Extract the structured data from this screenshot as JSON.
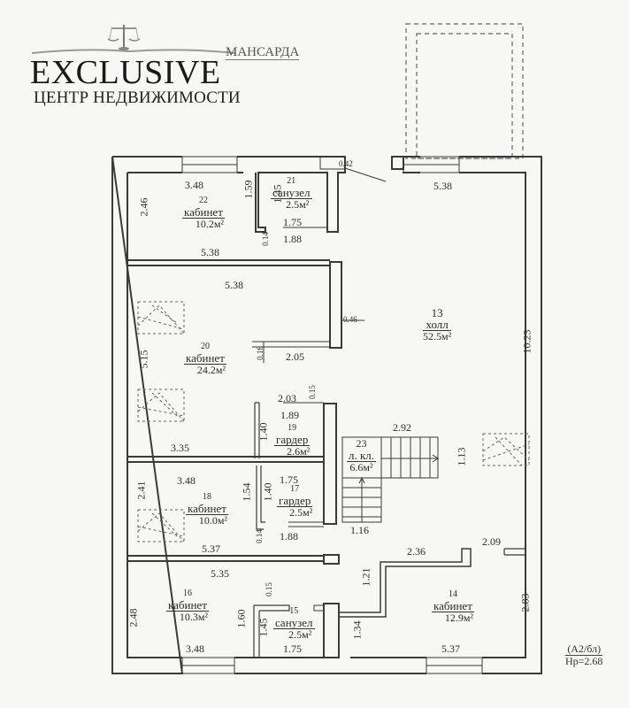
{
  "logo": {
    "brand": "EXCLUSIVE",
    "subtitle": "ЦЕНТР НЕДВИЖИМОСТИ",
    "icon": "scales-icon"
  },
  "floor_title": "МАНСАРДА",
  "note": {
    "line1": "(А2/бл)",
    "line2": "Нр=2.68"
  },
  "rooms": [
    {
      "id": "22",
      "num": "22",
      "name": "кабинет",
      "area": "10.2м²"
    },
    {
      "id": "21",
      "num": "21",
      "name": "санузел",
      "area": "2.5м²"
    },
    {
      "id": "20",
      "num": "20",
      "name": "кабинет",
      "area": "24.2м²"
    },
    {
      "id": "13",
      "num": "13",
      "name": "холл",
      "area": "52.5м²"
    },
    {
      "id": "19",
      "num": "19",
      "name": "гардер",
      "area": "2.6м²"
    },
    {
      "id": "23",
      "num": "23",
      "name": "л. кл.",
      "area": "6.6м²"
    },
    {
      "id": "18",
      "num": "18",
      "name": "кабинет",
      "area": "10.0м²"
    },
    {
      "id": "17",
      "num": "17",
      "name": "гардер",
      "area": "2.5м²"
    },
    {
      "id": "16",
      "num": "16",
      "name": "кабинет",
      "area": "10.3м²"
    },
    {
      "id": "15",
      "num": "15",
      "name": "санузел",
      "area": "2.5м²"
    },
    {
      "id": "14",
      "num": "14",
      "name": "кабинет",
      "area": "12.9м²"
    }
  ],
  "dimensions": {
    "d0": "3.48",
    "d1": "1.59",
    "d2": "1.45",
    "d3": "2.46",
    "d4": "1.75",
    "d5": "0.14",
    "d6": "1.88",
    "d7": "0.42",
    "d8": "5.38",
    "d9": "5.38",
    "d10": "5.38",
    "d11": "0.46",
    "d12": "5.15",
    "d13": "0.16",
    "d14": "2.05",
    "d15": "10.23",
    "d16": "2.03",
    "d17": "0.15",
    "d18": "1.89",
    "d19": "1.40",
    "d20": "3.35",
    "d21": "2.92",
    "d22": "1.13",
    "d23": "3.48",
    "d24": "2.41",
    "d25": "1.54",
    "d26": "1.40",
    "d27": "1.75",
    "d28": "0.14",
    "d29": "1.88",
    "d30": "1.16",
    "d31": "5.37",
    "d32": "2.36",
    "d33": "2.09",
    "d34": "5.35",
    "d35": "0.15",
    "d36": "1.21",
    "d37": "2.48",
    "d38": "1.60",
    "d39": "1.45",
    "d40": "1.34",
    "d41": "2.83",
    "d42": "3.48",
    "d43": "1.75",
    "d44": "5.37"
  },
  "colors": {
    "wall": "#3a3a3a",
    "background": "#f7f7f5",
    "dashed": "#666666"
  }
}
